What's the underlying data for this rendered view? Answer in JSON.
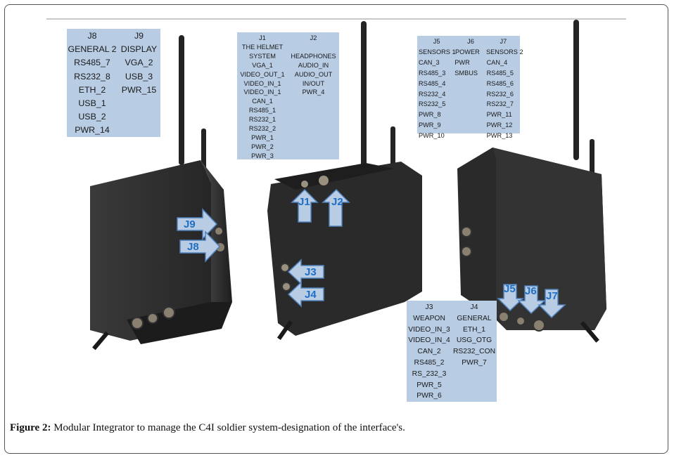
{
  "figure": {
    "caption_label": "Figure 2:",
    "caption_text": " Modular Integrator to manage the C4I soldier system-designation of the interface's."
  },
  "tables": {
    "j8_j9": {
      "headers": [
        "J8",
        "J9"
      ],
      "rows": [
        [
          "GENERAL 2",
          "DISPLAY"
        ],
        [
          "RS485_7",
          "VGA_2"
        ],
        [
          "RS232_8",
          "USB_3"
        ],
        [
          "ETH_2",
          "PWR_15"
        ],
        [
          "USB_1",
          ""
        ],
        [
          "USB_2",
          ""
        ],
        [
          "PWR_14",
          ""
        ]
      ]
    },
    "j1_j2": {
      "headers": [
        "J1",
        "J2"
      ],
      "rows": [
        [
          "THE HELMET",
          ""
        ],
        [
          "SYSTEM",
          "HEADPHONES"
        ],
        [
          "VGA_1",
          "AUDIO_IN"
        ],
        [
          "VIDEO_OUT_1",
          "AUDIO_OUT"
        ],
        [
          "VIDEO_IN_1",
          "IN/OUT"
        ],
        [
          "VIDEO_IN_1",
          "PWR_4"
        ],
        [
          "CAN_1",
          ""
        ],
        [
          "RS485_1",
          ""
        ],
        [
          "RS232_1",
          ""
        ],
        [
          "RS232_2",
          ""
        ],
        [
          "PWR_1",
          ""
        ],
        [
          "PWR_2",
          ""
        ],
        [
          "PWR_3",
          ""
        ]
      ]
    },
    "j5_j6_j7": {
      "headers": [
        "J5",
        "J6",
        "J7"
      ],
      "rows": [
        [
          "SENSORS 1",
          "POWER",
          "SENSORS 2"
        ],
        [
          "CAN_3",
          "PWR",
          "CAN_4"
        ],
        [
          "RS485_3",
          "SMBUS",
          "RS485_5"
        ],
        [
          "RS485_4",
          "",
          "RS485_6"
        ],
        [
          "RS232_4",
          "",
          "RS232_6"
        ],
        [
          "RS232_5",
          "",
          "RS232_7"
        ],
        [
          "PWR_8",
          "",
          "PWR_11"
        ],
        [
          "PWR_9",
          "",
          "PWR_12"
        ],
        [
          "PWR_10",
          "",
          "PWR_13"
        ]
      ]
    },
    "j3_j4": {
      "headers": [
        "J3",
        "J4"
      ],
      "rows": [
        [
          "WEAPON",
          "GENERAL"
        ],
        [
          "VIDEO_IN_3",
          "ETH_1"
        ],
        [
          "VIDEO_IN_4",
          "USG_OTG"
        ],
        [
          "CAN_2",
          "RS232_CON"
        ],
        [
          "RS485_2",
          "PWR_7"
        ],
        [
          "RS_232_3",
          ""
        ],
        [
          "PWR_5",
          ""
        ],
        [
          "PWR_6",
          ""
        ]
      ]
    }
  },
  "arrows": {
    "j9": "J9",
    "j8": "J8",
    "j1": "J1",
    "j2": "J2",
    "j3": "J3",
    "j4": "J4",
    "j5": "J5",
    "j6": "J6",
    "j7": "J7"
  },
  "colors": {
    "table_bg": "#b8cce4",
    "arrow_fill": "#b8cce4",
    "arrow_stroke": "#4f81bd",
    "arrow_text": "#1f6fc4",
    "device_body": "#2b2b2b"
  }
}
